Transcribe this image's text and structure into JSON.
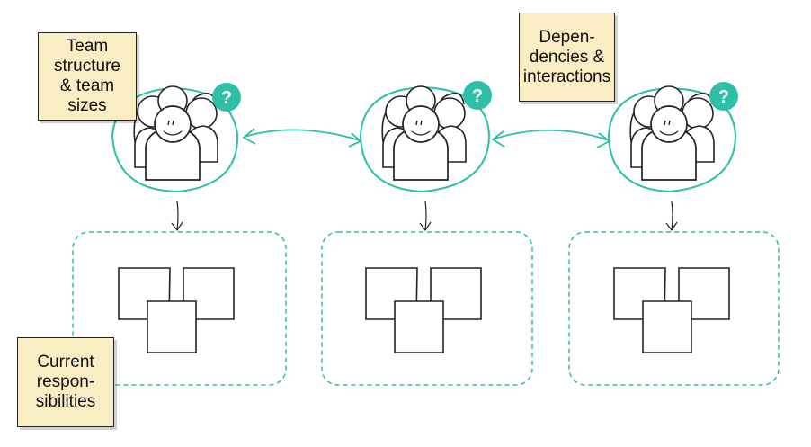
{
  "notes": {
    "team_structure": "Team\nstructure\n& team\nsizes",
    "dependencies": "Depen-\ndencies &\ninteractions",
    "responsibilities": "Current\nrespon-\nsibilities"
  },
  "teams": [
    {
      "badge": "?"
    },
    {
      "badge": "?"
    },
    {
      "badge": "?"
    }
  ],
  "colors": {
    "accent": "#2dbfa8",
    "note_fill": "#f9edc4",
    "stroke": "#222222"
  }
}
